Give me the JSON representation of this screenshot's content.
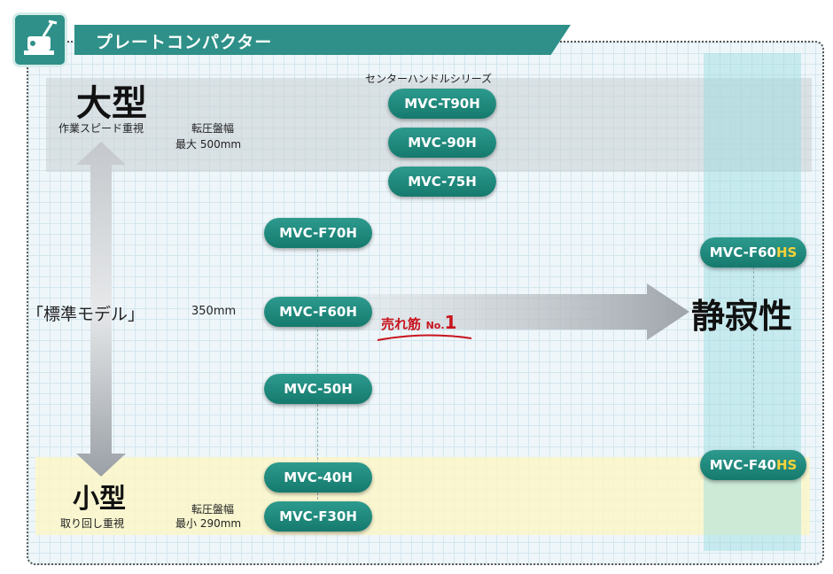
{
  "header": {
    "title": "プレートコンパクター"
  },
  "large": {
    "title": "大型",
    "subtitle": "作業スピード重視",
    "spec_label": "転圧盤幅",
    "spec_value": "最大 500mm"
  },
  "small": {
    "title": "小型",
    "subtitle": "取り回し重視",
    "spec_label": "転圧盤幅",
    "spec_value": "最小 290mm"
  },
  "standard": {
    "label": "「標準モデル」",
    "width": "350mm"
  },
  "center_handle": {
    "label": "センターハンドルシリーズ"
  },
  "models": {
    "t90h": "MVC-T90H",
    "m90h": "MVC-90H",
    "m75h": "MVC-75H",
    "f70h": "MVC-F70H",
    "f60h": "MVC-F60H",
    "m50h": "MVC-50H",
    "m40h": "MVC-40H",
    "f30h": "MVC-F30H",
    "f60hs_base": "MVC-F60",
    "f60hs_suffix": "HS",
    "f40hs_base": "MVC-F40",
    "f40hs_suffix": "HS"
  },
  "bestseller": {
    "text": "売れ筋",
    "no_label": "No.",
    "rank": "1"
  },
  "quiet": {
    "label": "静寂性"
  },
  "colors": {
    "accent_teal": "#2e9088",
    "pill": "#1f8a7c",
    "hs_yellow": "#f6d23a",
    "bestseller_red": "#c8141e"
  }
}
